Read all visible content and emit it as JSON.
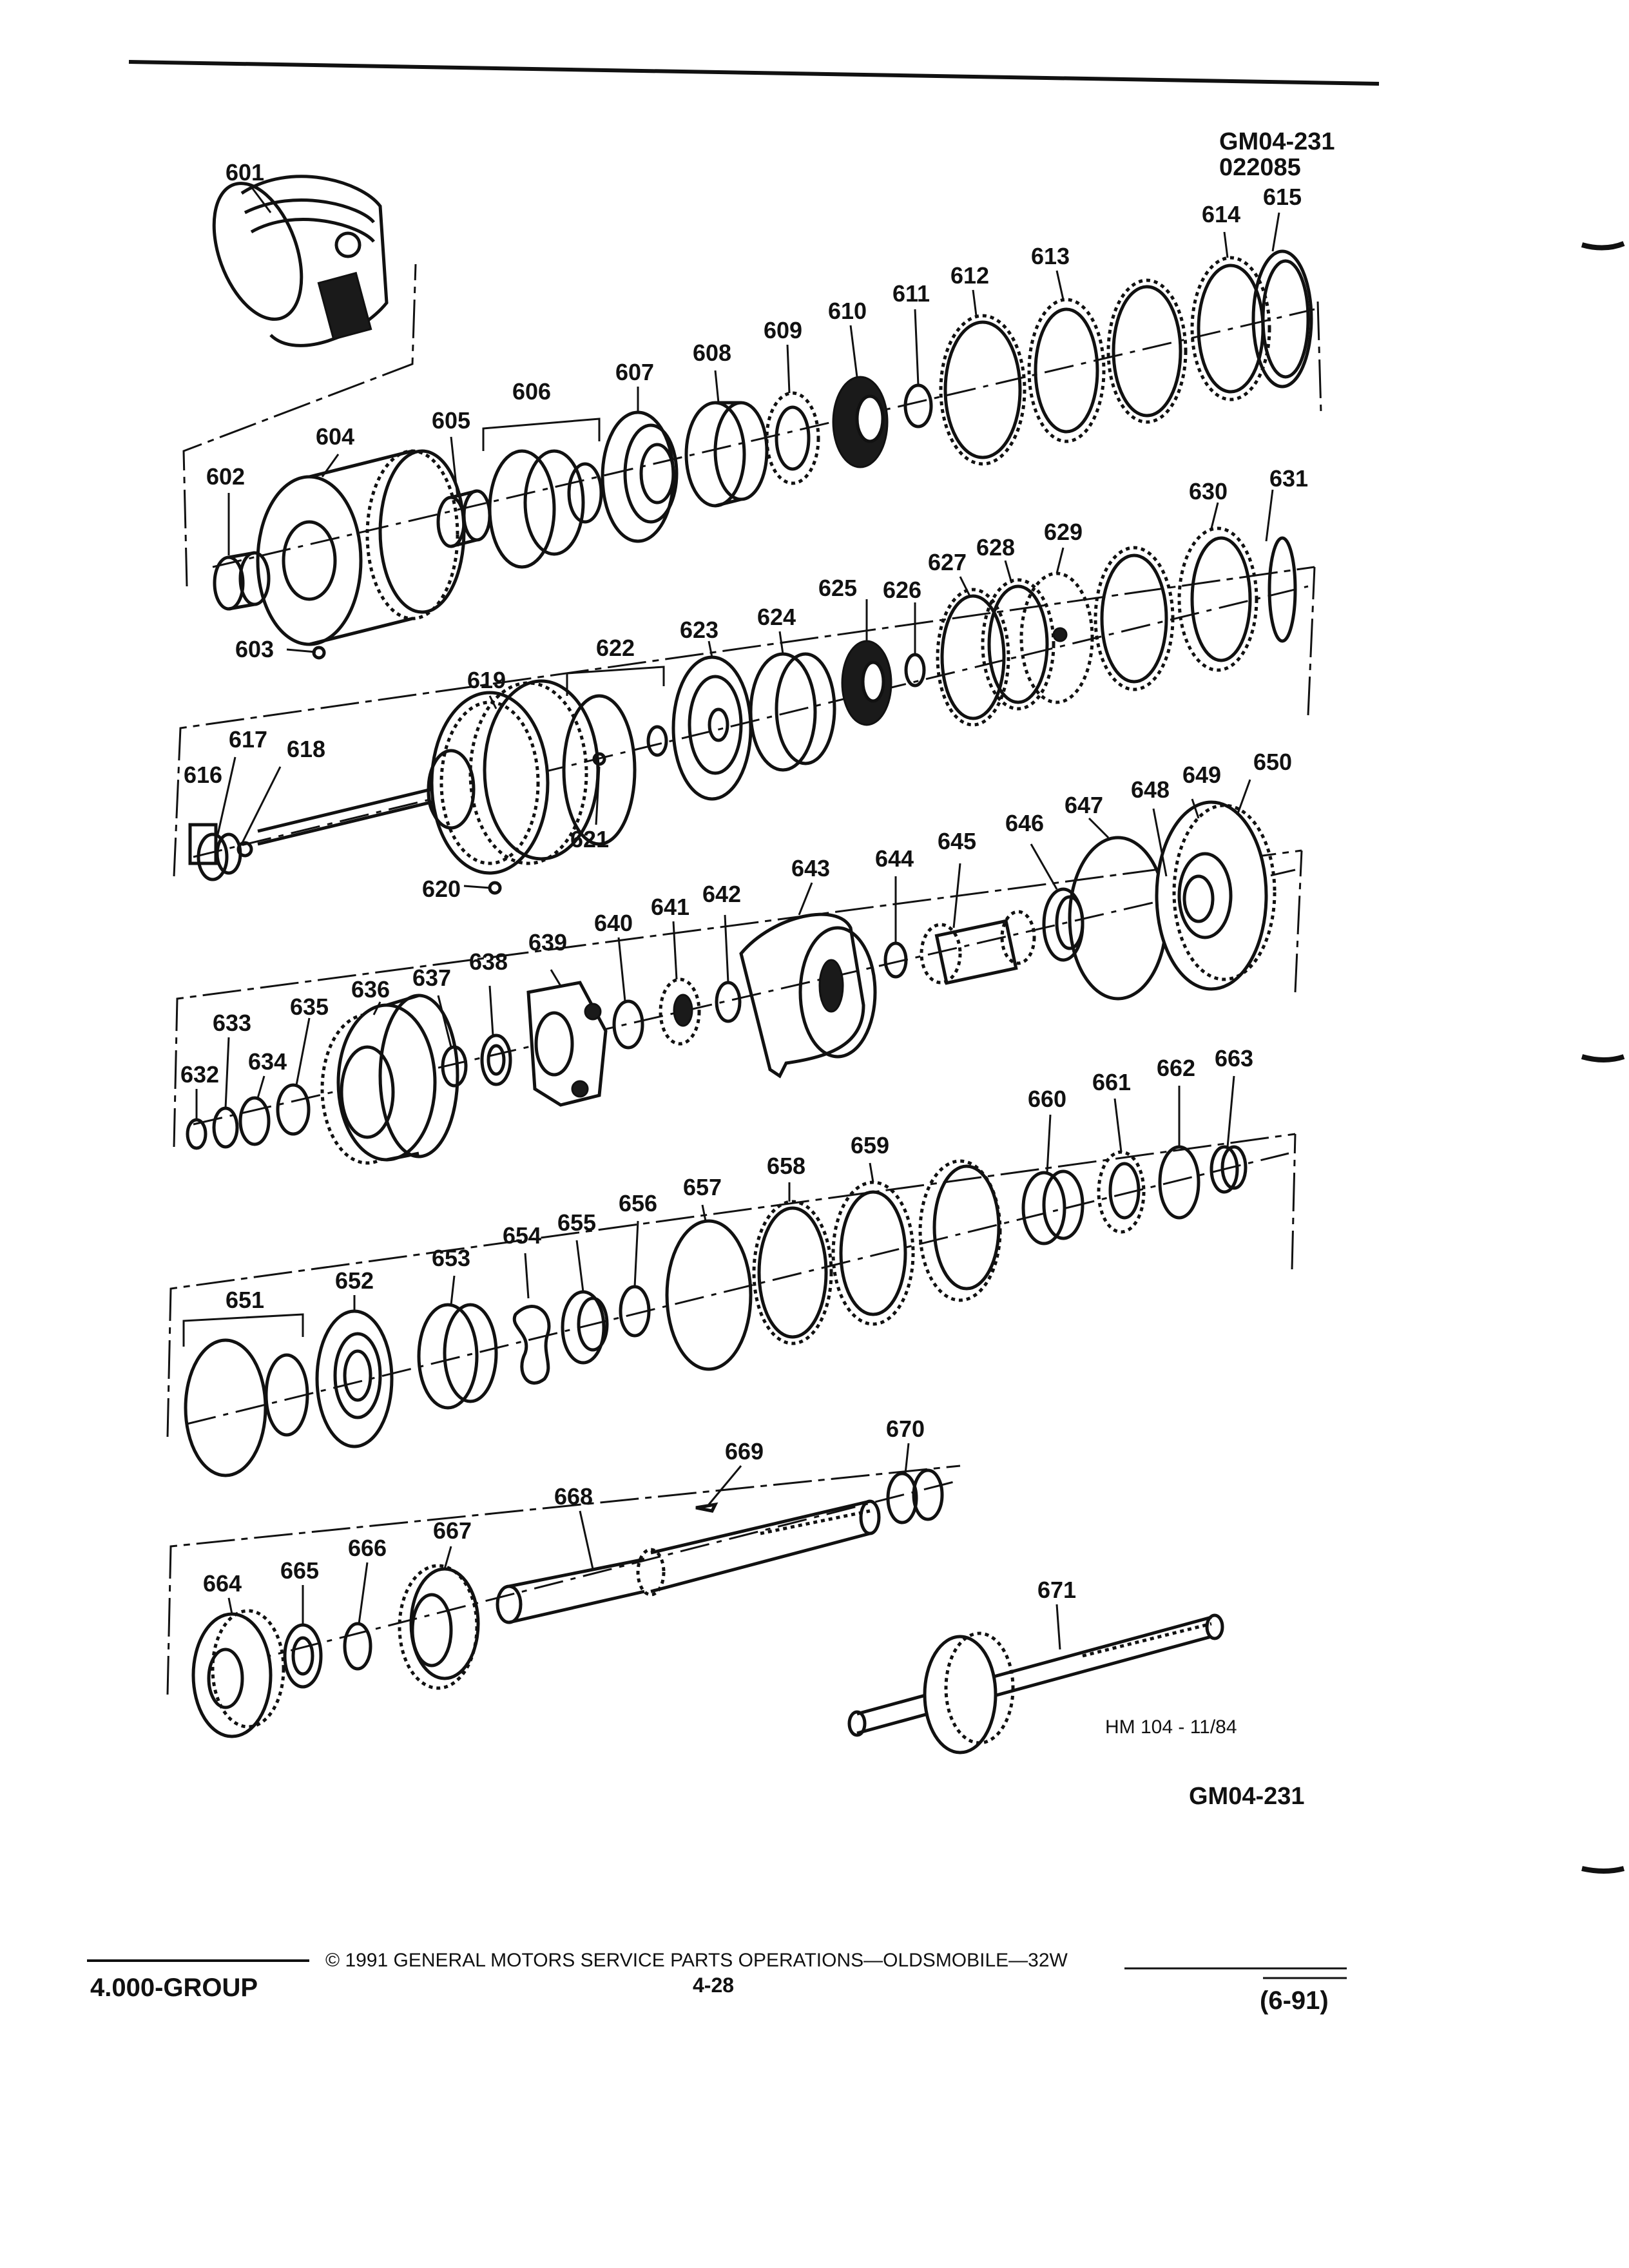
{
  "header": {
    "figure_id": "GM04-231",
    "figure_date": "022085"
  },
  "illustration_ref": "HM 104 - 11/84",
  "figure_ref_bottom": "GM04-231",
  "footer": {
    "group": "4.000-GROUP",
    "copyright": "©  1991  GENERAL MOTORS SERVICE PARTS OPERATIONS—OLDSMOBILE—32W",
    "page_number": "4-28",
    "revision": "(6-91)"
  },
  "callouts": [
    "601",
    "602",
    "603",
    "604",
    "605",
    "606",
    "607",
    "608",
    "609",
    "610",
    "611",
    "612",
    "613",
    "614",
    "615",
    "616",
    "617",
    "618",
    "619",
    "620",
    "621",
    "622",
    "623",
    "624",
    "625",
    "626",
    "627",
    "628",
    "629",
    "630",
    "631",
    "632",
    "633",
    "634",
    "635",
    "636",
    "637",
    "638",
    "639",
    "640",
    "641",
    "642",
    "643",
    "644",
    "645",
    "646",
    "647",
    "648",
    "649",
    "650",
    "651",
    "652",
    "653",
    "654",
    "655",
    "656",
    "657",
    "658",
    "659",
    "660",
    "661",
    "662",
    "663",
    "664",
    "665",
    "666",
    "667",
    "668",
    "669",
    "670",
    "671"
  ]
}
